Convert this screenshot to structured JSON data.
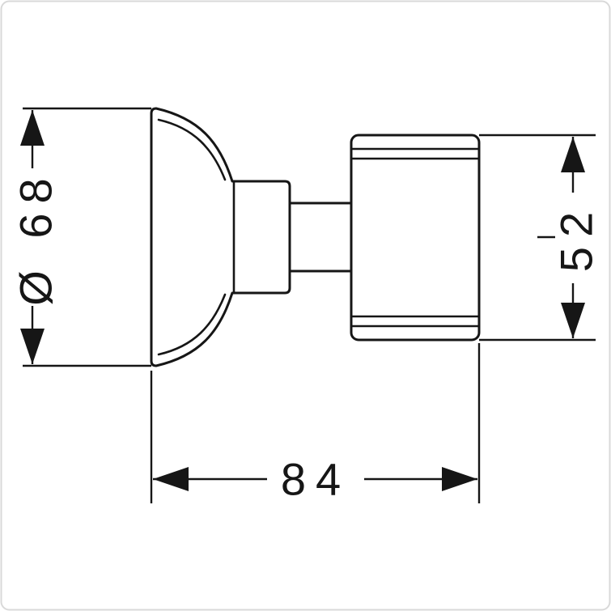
{
  "drawing": {
    "background": "#ffffff",
    "line_color": "#161616",
    "border_color": "#d9d9d9",
    "labels": {
      "diameter": "Ø 68",
      "height": "52",
      "width": "84"
    }
  }
}
